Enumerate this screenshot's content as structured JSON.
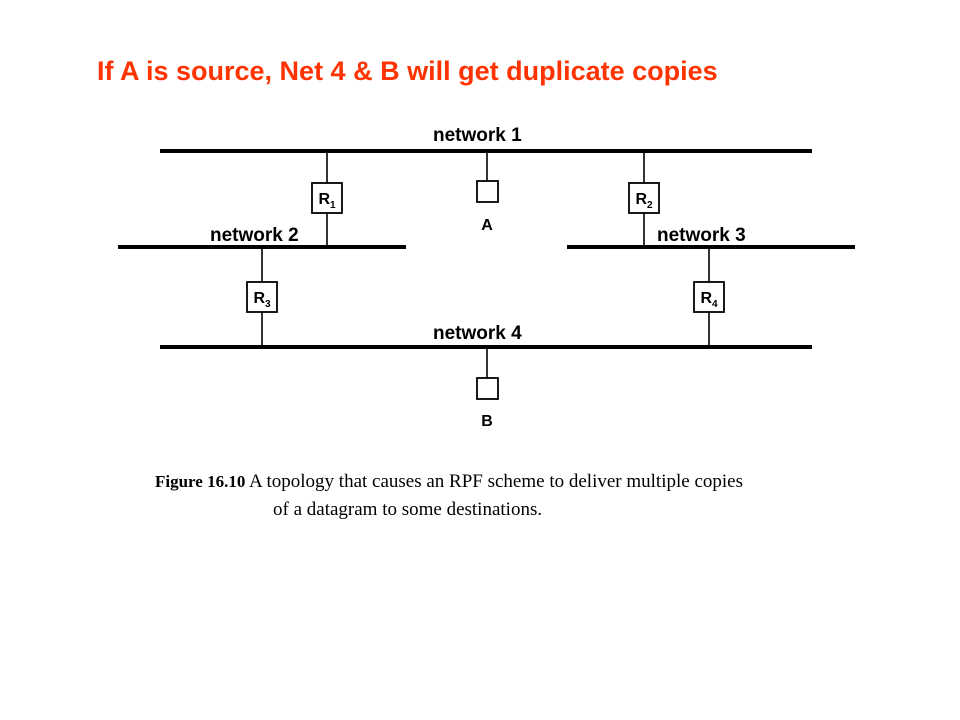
{
  "title": "If A is source, Net 4 & B will get duplicate copies",
  "colors": {
    "title": "#ff3300",
    "lines": "#000000"
  },
  "networks": [
    "network 1",
    "network 2",
    "network 3",
    "network 4"
  ],
  "routers": [
    {
      "letter": "R",
      "sub": "1"
    },
    {
      "letter": "R",
      "sub": "2"
    },
    {
      "letter": "R",
      "sub": "3"
    },
    {
      "letter": "R",
      "sub": "4"
    }
  ],
  "hosts": [
    "A",
    "B"
  ],
  "caption": {
    "figure": "Figure 16.10",
    "line1": " A topology that causes an RPF scheme to deliver multiple copies",
    "line2": "of a datagram to some destinations."
  }
}
